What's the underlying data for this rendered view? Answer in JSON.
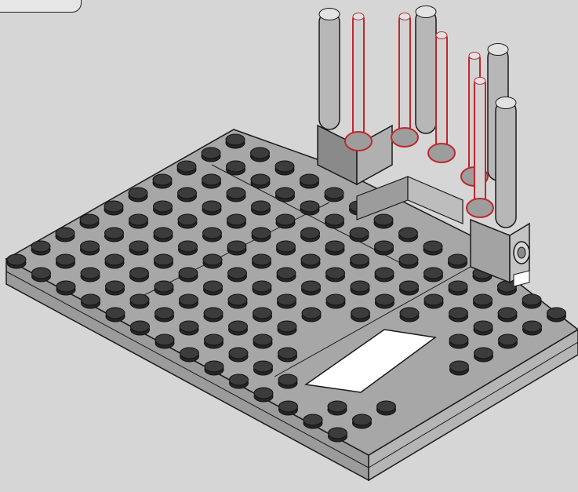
{
  "instruction_step": {
    "step_number": "",
    "background_color": "#d6d6d6",
    "outline_color": "#1a1a1a",
    "highlight_color": "#c0272d"
  },
  "icons": {
    "callout": "step-callout-frame",
    "baseplate": "gray-stud-baseplate",
    "antennas": "bar-antenna-pieces"
  },
  "model": {
    "plates_color": "#9a9a9a",
    "stud_color": "#3c3c3c",
    "hole_color": "#ffffff",
    "highlighted_parts": 5
  }
}
